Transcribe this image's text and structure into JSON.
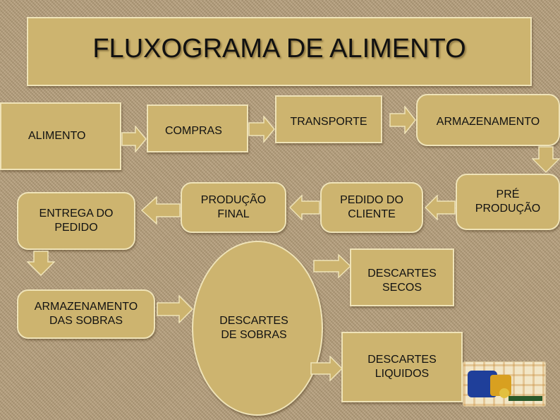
{
  "title": "FLUXOGRAMA DE ALIMENTO",
  "nodes": {
    "alimento": "ALIMENTO",
    "compras": "COMPRAS",
    "transporte": "TRANSPORTE",
    "armazenamento": "ARMAZENAMENTO",
    "pre_producao": "PRÉ\nPRODUÇÃO",
    "pedido_cliente": "PEDIDO DO\nCLIENTE",
    "producao_final": "PRODUÇÃO\nFINAL",
    "entrega_pedido": "ENTREGA DO\nPEDIDO",
    "armazenamento_sobras": "ARMAZENAMENTO\nDAS  SOBRAS",
    "descartes_sobras": "DESCARTES\nDE SOBRAS",
    "descartes_secos": "DESCARTES\nSECOS",
    "descartes_liquidos": "DESCARTES\nLIQUIDOS"
  },
  "colors": {
    "box_fill": "#cdb46f",
    "box_border": "#efe3b8",
    "arrow_fill": "#cdb46f",
    "background": "#b39c78"
  },
  "logo": {
    "icon": "logo-icon"
  }
}
